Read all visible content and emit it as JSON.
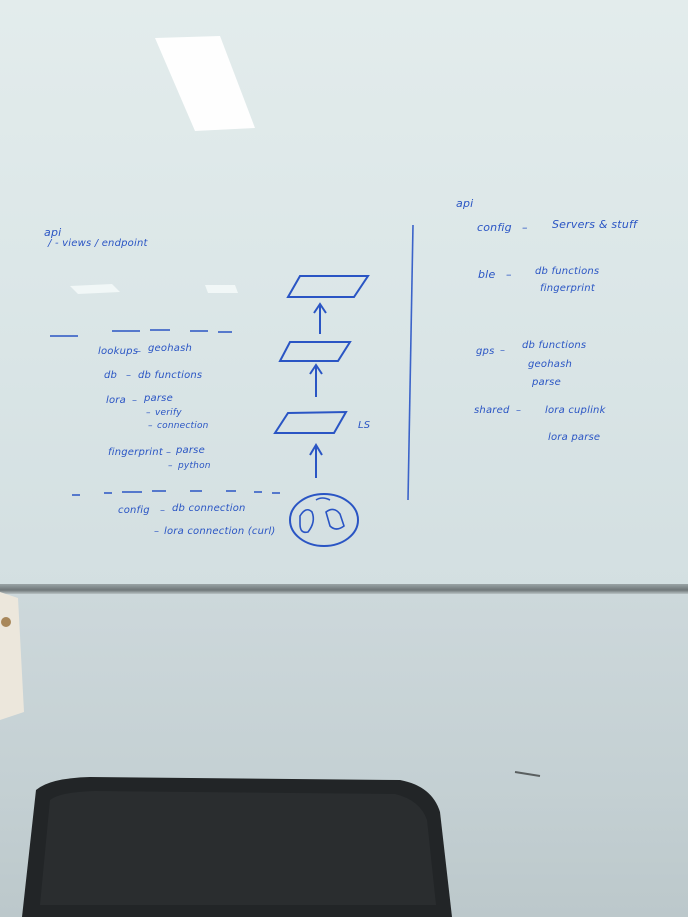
{
  "left_column": {
    "api_heading": "api",
    "views_line": "/ - views / endpoint",
    "items": [
      {
        "name": "lookups",
        "desc": "geohash"
      },
      {
        "name": "db",
        "desc": "db functions"
      },
      {
        "name": "lora",
        "desc": "parse",
        "sub": [
          "verify",
          "connection"
        ]
      },
      {
        "name": "fingerprint",
        "desc": "parse",
        "sub": [
          "python"
        ]
      }
    ],
    "config_name": "config",
    "config_lines": [
      "db connection",
      "lora connection (curl)"
    ]
  },
  "diagram": {
    "side_label": "LS"
  },
  "right_column": {
    "api_heading": "api",
    "items": [
      {
        "name": "config",
        "desc": [
          "Servers & stuff"
        ]
      },
      {
        "name": "ble",
        "desc": [
          "db functions",
          "fingerprint"
        ]
      },
      {
        "name": "gps",
        "desc": [
          "db functions",
          "geohash",
          "parse"
        ]
      },
      {
        "name": "shared",
        "desc": [
          "lora cuplink",
          "lora parse"
        ]
      }
    ]
  }
}
